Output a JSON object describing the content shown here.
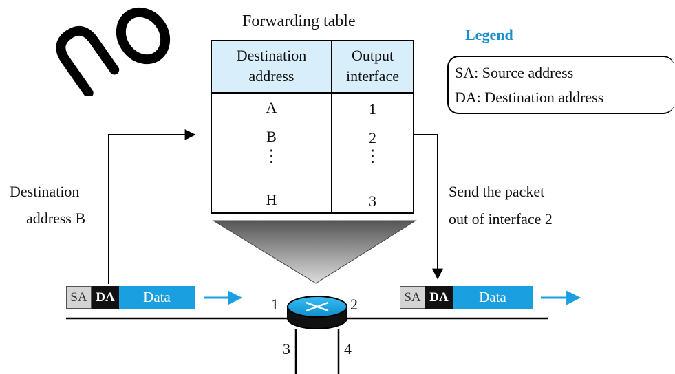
{
  "watermark": {
    "text": "no"
  },
  "forwarding_table": {
    "title": "Forwarding table",
    "columns": [
      "Destination address",
      "Output interface"
    ],
    "rows": [
      {
        "destination": "A",
        "interface": "1"
      },
      {
        "destination": "B",
        "interface": "2"
      },
      {
        "destination": "⋮",
        "interface": "⋮"
      },
      {
        "destination": "H",
        "interface": "3"
      }
    ]
  },
  "legend": {
    "title": "Legend",
    "items": [
      "SA: Source address",
      "DA: Destination address"
    ]
  },
  "labels": {
    "destination_address": [
      "Destination",
      "address B"
    ],
    "send_packet": [
      "Send the packet",
      "out of interface 2"
    ]
  },
  "packets": {
    "incoming": {
      "sa": "SA",
      "da": "DA",
      "data": "Data"
    },
    "outgoing": {
      "sa": "SA",
      "da": "DA",
      "data": "Data"
    }
  },
  "router": {
    "interfaces": [
      "1",
      "2",
      "3",
      "4"
    ]
  },
  "colors": {
    "accent_blue": "#1a9fe0",
    "legend_blue": "#1a8fd0",
    "table_header": "#d8eefa",
    "router_fill": "#1aa6e8"
  }
}
